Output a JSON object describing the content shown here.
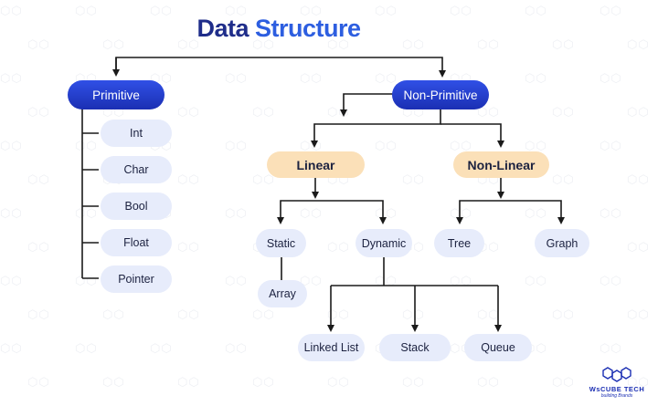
{
  "title": {
    "part1": "Data",
    "part2": "Structure"
  },
  "nodes": {
    "primitive": "Primitive",
    "non_primitive": "Non-Primitive",
    "int": "Int",
    "char": "Char",
    "bool": "Bool",
    "float": "Float",
    "pointer": "Pointer",
    "linear": "Linear",
    "non_linear": "Non-Linear",
    "static": "Static",
    "dynamic": "Dynamic",
    "array": "Array",
    "tree": "Tree",
    "graph": "Graph",
    "linked_list": "Linked List",
    "stack": "Stack",
    "queue": "Queue"
  },
  "logo": {
    "brand": "WsCUBE TECH",
    "tagline": "building Brands",
    "icon": "honeycomb-hexagon-icon",
    "color": "#1b2fb3"
  },
  "colors": {
    "title_primary": "#1f2d8a",
    "title_accent": "#2d5ee0",
    "primary_node": "#1b2fb3",
    "orange_node": "#fbe0b8",
    "light_node": "#e7ecfb",
    "connector": "#1a1a1a"
  }
}
